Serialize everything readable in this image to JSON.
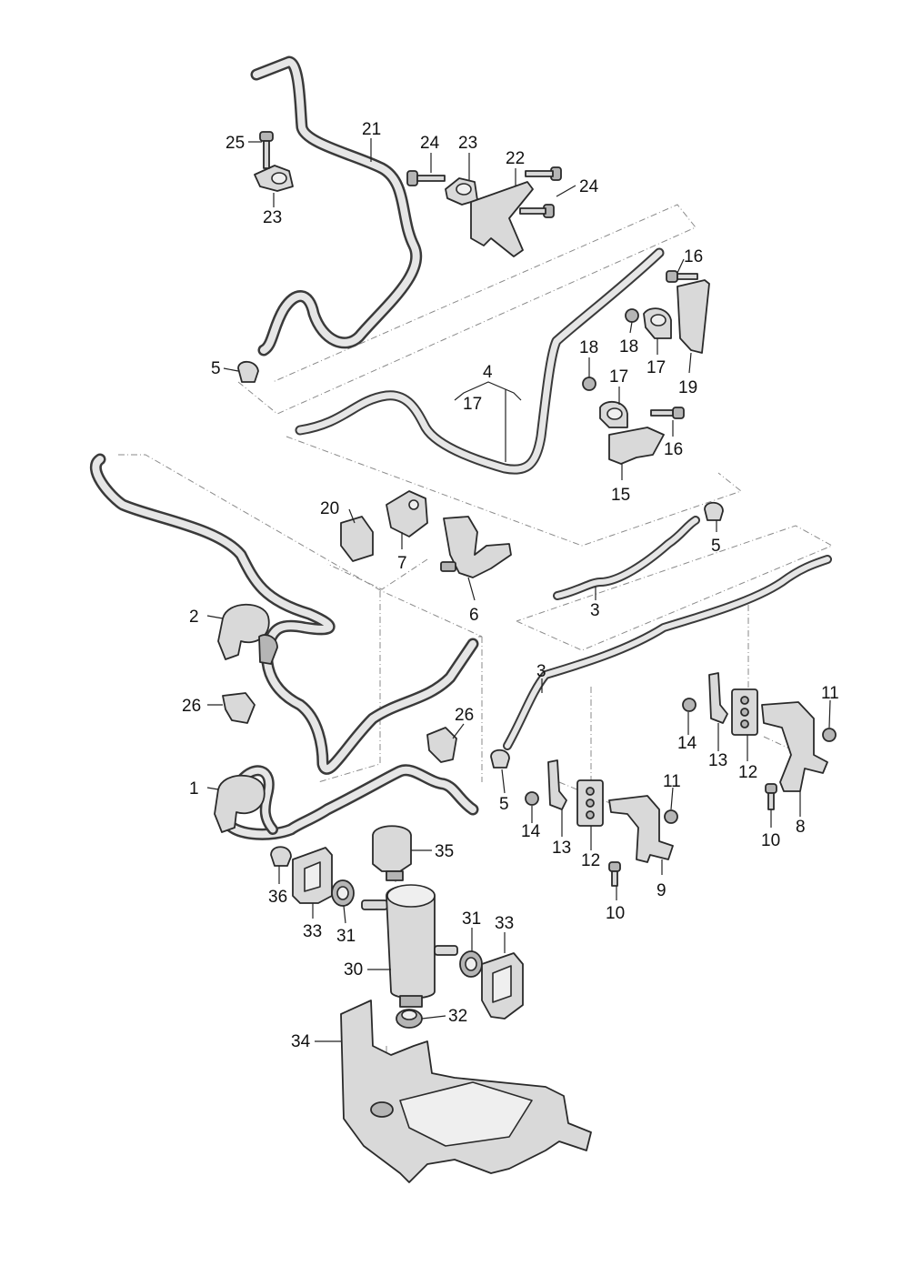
{
  "callouts": [
    {
      "label": "21"
    },
    {
      "label": "25"
    },
    {
      "label": "24"
    },
    {
      "label": "23"
    },
    {
      "label": "22"
    },
    {
      "label": "24"
    },
    {
      "label": "23"
    },
    {
      "label": "16"
    },
    {
      "label": "5"
    },
    {
      "label": "18"
    },
    {
      "label": "18"
    },
    {
      "label": "17"
    },
    {
      "label": "19"
    },
    {
      "label": "4"
    },
    {
      "label": "17"
    },
    {
      "label": "17"
    },
    {
      "label": "16"
    },
    {
      "label": "15"
    },
    {
      "label": "20"
    },
    {
      "label": "7"
    },
    {
      "label": "5"
    },
    {
      "label": "6"
    },
    {
      "label": "3"
    },
    {
      "label": "2"
    },
    {
      "label": "3"
    },
    {
      "label": "26"
    },
    {
      "label": "26"
    },
    {
      "label": "11"
    },
    {
      "label": "14"
    },
    {
      "label": "13"
    },
    {
      "label": "12"
    },
    {
      "label": "1"
    },
    {
      "label": "5"
    },
    {
      "label": "11"
    },
    {
      "label": "8"
    },
    {
      "label": "10"
    },
    {
      "label": "14"
    },
    {
      "label": "13"
    },
    {
      "label": "12"
    },
    {
      "label": "9"
    },
    {
      "label": "35"
    },
    {
      "label": "10"
    },
    {
      "label": "36"
    },
    {
      "label": "33"
    },
    {
      "label": "31"
    },
    {
      "label": "31"
    },
    {
      "label": "33"
    },
    {
      "label": "30"
    },
    {
      "label": "32"
    },
    {
      "label": "34"
    }
  ]
}
